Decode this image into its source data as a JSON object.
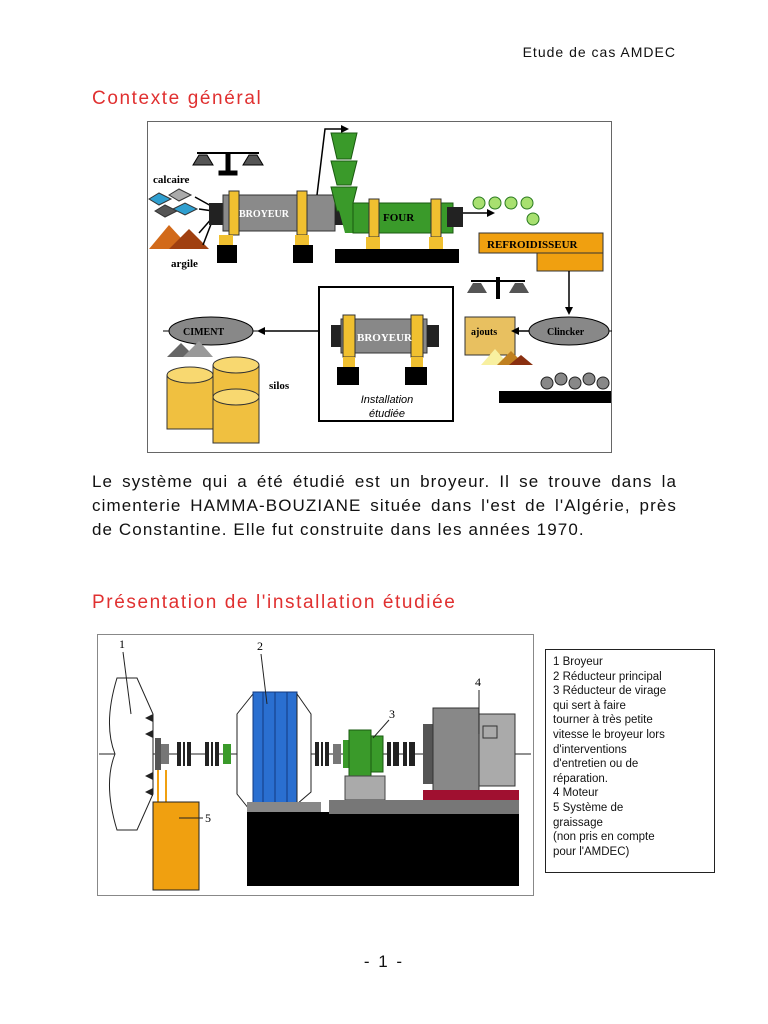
{
  "header": {
    "text": "Etude de cas AMDEC"
  },
  "section1": {
    "title": "Contexte général"
  },
  "diagram1": {
    "labels": {
      "calcaire": "calcaire",
      "argile": "argile",
      "broyeur1": "BROYEUR",
      "four": "FOUR",
      "refroidisseur": "REFROIDISSEUR",
      "clincker": "Clincker",
      "ajouts": "ajouts",
      "broyeur2": "BROYEUR",
      "ciment": "CIMENT",
      "silos": "silos",
      "installation_line1": "Installation",
      "installation_line2": "étudiée"
    }
  },
  "paragraph": {
    "text": "Le système qui a été étudié est un broyeur. Il se trouve dans la cimenterie HAMMA-BOUZIANE située dans l'est de l'Algérie, près de Constantine. Elle fut construite dans les années 1970."
  },
  "section2": {
    "title": "Présentation de l'installation étudiée"
  },
  "diagram2": {
    "numbers": [
      "1",
      "2",
      "3",
      "4",
      "5"
    ]
  },
  "legend": {
    "lines": [
      "1 Broyeur",
      "2 Réducteur principal",
      "3 Réducteur de virage",
      "qui sert à faire",
      "tourner à très petite",
      "vitesse le broyeur lors",
      "d'interventions",
      "d'entretien ou de",
      "réparation.",
      "4 Moteur",
      "5 Système de",
      "graissage",
      "(non pris en compte",
      "pour l'AMDEC)"
    ]
  },
  "footer": {
    "page": "- 1 -"
  },
  "colors": {
    "title_red": "#e03030",
    "green": "#3a9a2a",
    "orange": "#f0a010",
    "blue": "#2a6fd0",
    "gray": "#8a8a8a"
  }
}
